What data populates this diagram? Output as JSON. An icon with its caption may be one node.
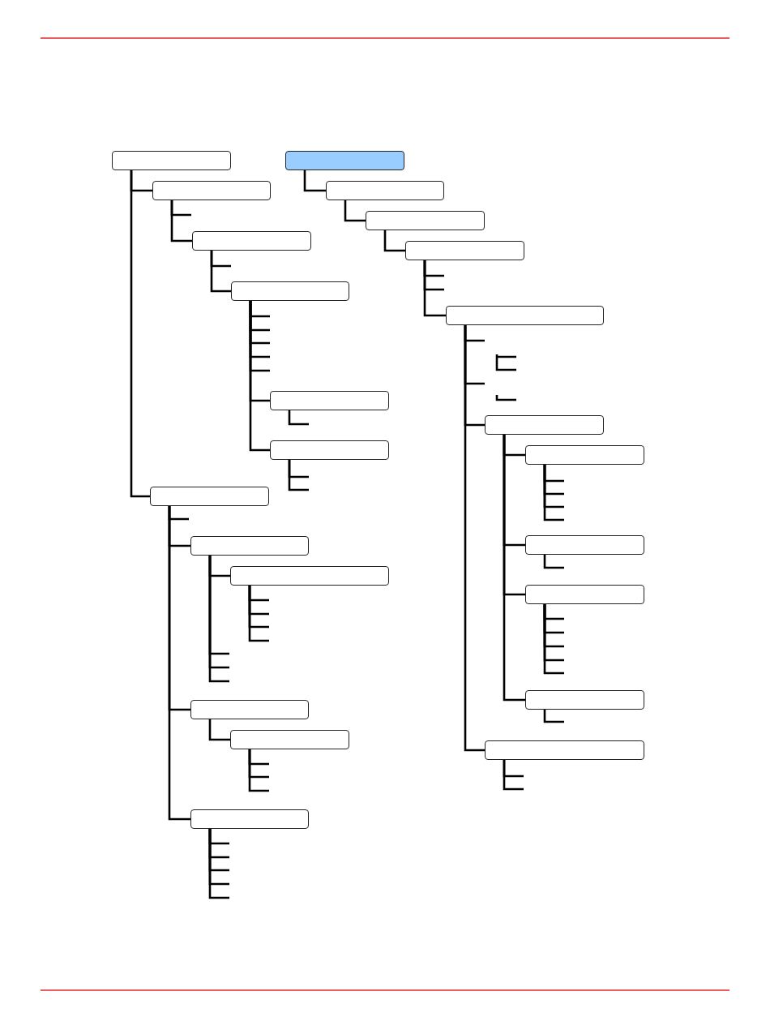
{
  "diagram": {
    "nodes": [
      {
        "text": [],
        "shape": "box"
      },
      {
        "text": [],
        "shape": "box"
      },
      {
        "text": [],
        "shape": "box"
      },
      {
        "text": [],
        "shape": "box"
      },
      {
        "text": [],
        "shape": "box"
      },
      {
        "text": [],
        "shape": "box"
      },
      {
        "text": [],
        "shape": "box"
      },
      {
        "text": [],
        "shape": "box"
      },
      {
        "text": [],
        "shape": "box"
      },
      {
        "text": [],
        "shape": "box"
      },
      {
        "text": [],
        "shape": "box"
      },
      {
        "text": [],
        "shape": "box"
      },
      {
        "text": [],
        "shape": "box"
      },
      {
        "text": [],
        "shape": "box"
      },
      {
        "text": [],
        "shape": "box"
      },
      {
        "text": [],
        "shape": "box"
      },
      {
        "text": [],
        "shape": "box"
      },
      {
        "text": [],
        "shape": "box"
      },
      {
        "text": [],
        "shape": "box"
      },
      {
        "text": [],
        "shape": "box"
      },
      {
        "text": [],
        "shape": "box"
      },
      {
        "text": [],
        "shape": "box"
      },
      {
        "text": [],
        "shape": "box"
      }
    ],
    "edges": [
      {
        "from": 0,
        "to": 1,
        "arrow": "none"
      },
      {
        "from": 1,
        "to": null,
        "arrow": "none"
      },
      {
        "from": 1,
        "to": 2,
        "arrow": "none"
      },
      {
        "from": 2,
        "to": null,
        "arrow": "none"
      },
      {
        "from": 2,
        "to": 3,
        "arrow": "none"
      },
      {
        "from": 3,
        "to": null,
        "arrow": "none"
      },
      {
        "from": 3,
        "to": null,
        "arrow": "none"
      },
      {
        "from": 3,
        "to": null,
        "arrow": "none"
      },
      {
        "from": 3,
        "to": null,
        "arrow": "none"
      },
      {
        "from": 3,
        "to": null,
        "arrow": "none"
      },
      {
        "from": 3,
        "to": 4,
        "arrow": "none"
      },
      {
        "from": 4,
        "to": null,
        "arrow": "none"
      },
      {
        "from": 3,
        "to": 5,
        "arrow": "none"
      },
      {
        "from": 5,
        "to": null,
        "arrow": "none"
      },
      {
        "from": 5,
        "to": null,
        "arrow": "none"
      },
      {
        "from": 0,
        "to": 6,
        "arrow": "none"
      },
      {
        "from": 6,
        "to": null,
        "arrow": "none"
      },
      {
        "from": 6,
        "to": 7,
        "arrow": "none"
      },
      {
        "from": 7,
        "to": 8,
        "arrow": "none"
      },
      {
        "from": 8,
        "to": null,
        "arrow": "none"
      },
      {
        "from": 8,
        "to": null,
        "arrow": "none"
      },
      {
        "from": 8,
        "to": null,
        "arrow": "none"
      },
      {
        "from": 8,
        "to": null,
        "arrow": "none"
      },
      {
        "from": 7,
        "to": null,
        "arrow": "none"
      },
      {
        "from": 7,
        "to": null,
        "arrow": "none"
      },
      {
        "from": 7,
        "to": null,
        "arrow": "none"
      },
      {
        "from": 6,
        "to": 9,
        "arrow": "none"
      },
      {
        "from": 9,
        "to": 10,
        "arrow": "none"
      },
      {
        "from": 10,
        "to": null,
        "arrow": "none"
      },
      {
        "from": 10,
        "to": null,
        "arrow": "none"
      },
      {
        "from": 10,
        "to": null,
        "arrow": "none"
      },
      {
        "from": 6,
        "to": 11,
        "arrow": "none"
      },
      {
        "from": 11,
        "to": null,
        "arrow": "none"
      },
      {
        "from": 11,
        "to": null,
        "arrow": "none"
      },
      {
        "from": 11,
        "to": null,
        "arrow": "none"
      },
      {
        "from": 11,
        "to": null,
        "arrow": "none"
      },
      {
        "from": 11,
        "to": null,
        "arrow": "none"
      },
      {
        "from": 12,
        "to": 13,
        "arrow": "none"
      },
      {
        "from": 13,
        "to": 14,
        "arrow": "none"
      },
      {
        "from": 14,
        "to": 15,
        "arrow": "none"
      },
      {
        "from": 15,
        "to": null,
        "arrow": "none"
      },
      {
        "from": 15,
        "to": null,
        "arrow": "none"
      },
      {
        "from": 15,
        "to": 16,
        "arrow": "none"
      },
      {
        "from": 16,
        "to": null,
        "arrow": "none"
      },
      {
        "from": 16,
        "to": null,
        "arrow": "none"
      },
      {
        "from": 16,
        "to": 17,
        "arrow": "none"
      },
      {
        "from": 17,
        "to": 18,
        "arrow": "none"
      },
      {
        "from": 18,
        "to": null,
        "arrow": "none"
      },
      {
        "from": 18,
        "to": null,
        "arrow": "none"
      },
      {
        "from": 18,
        "to": null,
        "arrow": "none"
      },
      {
        "from": 18,
        "to": null,
        "arrow": "none"
      },
      {
        "from": 17,
        "to": 19,
        "arrow": "none"
      },
      {
        "from": 19,
        "to": null,
        "arrow": "none"
      },
      {
        "from": 17,
        "to": 20,
        "arrow": "none"
      },
      {
        "from": 20,
        "to": null,
        "arrow": "none"
      },
      {
        "from": 20,
        "to": null,
        "arrow": "none"
      },
      {
        "from": 20,
        "to": null,
        "arrow": "none"
      },
      {
        "from": 20,
        "to": null,
        "arrow": "none"
      },
      {
        "from": 20,
        "to": null,
        "arrow": "none"
      },
      {
        "from": 17,
        "to": 21,
        "arrow": "none"
      },
      {
        "from": 21,
        "to": null,
        "arrow": "none"
      },
      {
        "from": 16,
        "to": 22,
        "arrow": "none"
      },
      {
        "from": 22,
        "to": null,
        "arrow": "none"
      },
      {
        "from": 22,
        "to": null,
        "arrow": "none"
      }
    ]
  }
}
